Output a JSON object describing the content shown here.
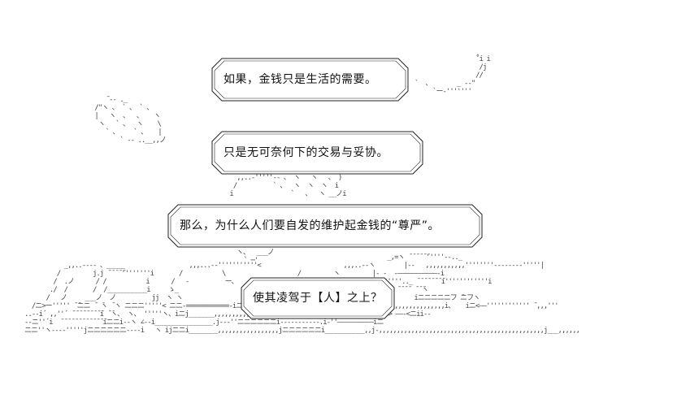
{
  "bubbles": {
    "line1": "如果，金钱只是生活的需要。",
    "line2": "只是无可奈何下的交易与妥协。",
    "line3": "那么，为什么人们要自发的维护起金钱的“尊严”。",
    "line4": "使其凌驾于【人】之上？"
  },
  "colors": {
    "ink": "#111111",
    "art": "#444444",
    "background": "#ffffff"
  }
}
